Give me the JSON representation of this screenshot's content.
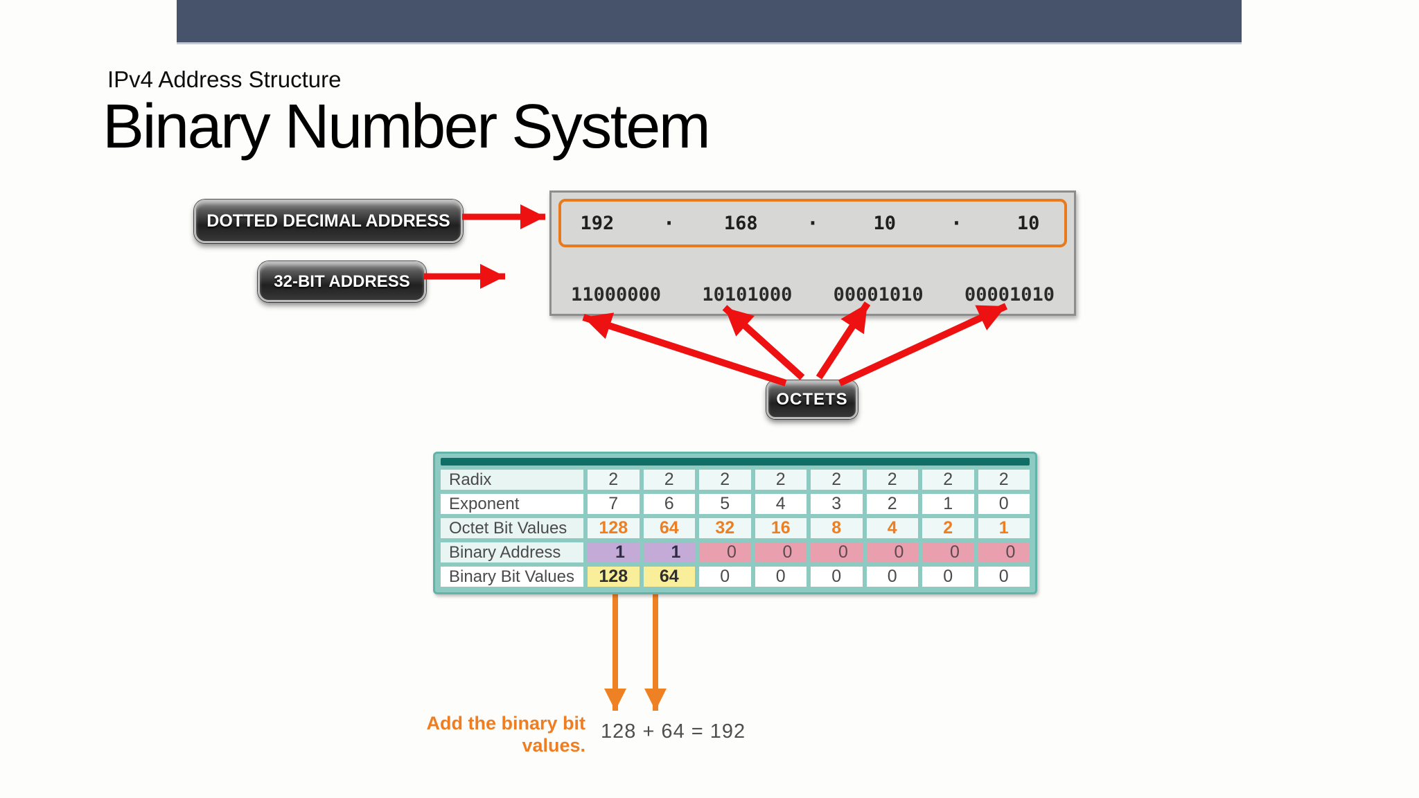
{
  "slide": {
    "kicker": "IPv4 Address Structure",
    "title": "Binary Number System"
  },
  "labels": {
    "dotted_decimal": "DOTTED DECIMAL ADDRESS",
    "bit32": "32-BIT ADDRESS",
    "octets": "OCTETS"
  },
  "address": {
    "decimal_octets": [
      "192",
      "168",
      "10",
      "10"
    ],
    "separator": "·",
    "binary_octets": [
      "11000000",
      "10101000",
      "00001010",
      "00001010"
    ]
  },
  "table": {
    "rows": [
      {
        "label": "Radix",
        "values": [
          "2",
          "2",
          "2",
          "2",
          "2",
          "2",
          "2",
          "2"
        ]
      },
      {
        "label": "Exponent",
        "values": [
          "7",
          "6",
          "5",
          "4",
          "3",
          "2",
          "1",
          "0"
        ]
      },
      {
        "label": "Octet Bit Values",
        "values": [
          "128",
          "64",
          "32",
          "16",
          "8",
          "4",
          "2",
          "1"
        ]
      },
      {
        "label": "Binary Address",
        "values": [
          "1",
          "1",
          "0",
          "0",
          "0",
          "0",
          "0",
          "0"
        ]
      },
      {
        "label": "Binary Bit Values",
        "values": [
          "128",
          "64",
          "0",
          "0",
          "0",
          "0",
          "0",
          "0"
        ]
      }
    ]
  },
  "annotation": {
    "instruction_line1": "Add the binary bit",
    "instruction_line2": "values.",
    "equation": "128 + 64 = 192"
  },
  "colors": {
    "header_bar": "#46536a",
    "accent_red": "#ee1111",
    "accent_orange": "#ef7d22",
    "table_frame": "#8ccac2",
    "table_topbar": "#0f6e66",
    "cell_purple": "#c4aad6",
    "cell_pink": "#ea9fae",
    "cell_yellow": "#f9ee9a",
    "box_gray": "#d7d7d5",
    "orange_box_border": "#e8791d"
  }
}
